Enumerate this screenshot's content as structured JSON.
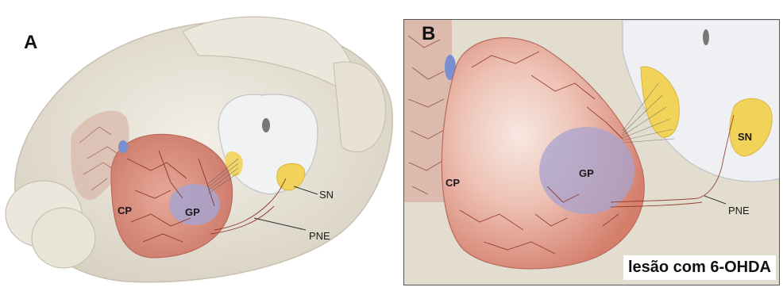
{
  "panel_a": {
    "label": "A",
    "regions": {
      "cp": "CP",
      "gp": "GP",
      "sn": "SN",
      "pne": "PNE"
    }
  },
  "panel_b": {
    "label": "B",
    "regions": {
      "cp": "CP",
      "gp": "GP",
      "sn": "SN",
      "pne": "PNE"
    },
    "caption": "lesão com 6-OHDA"
  },
  "colors": {
    "brain": "#e4dfd2",
    "striatum": "#d98c7c",
    "globus_pallidus": "#a7a3cf",
    "substantia_nigra": "#f2d35a",
    "fibers": "#8a2a1f"
  }
}
